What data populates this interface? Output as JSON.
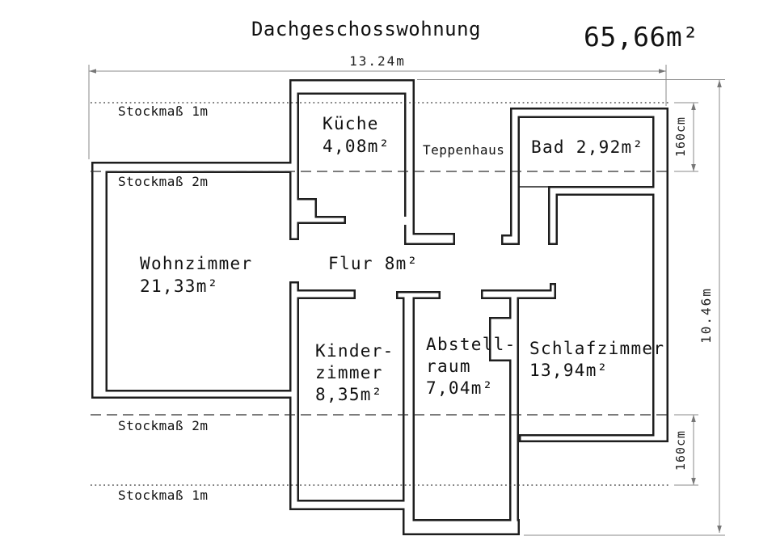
{
  "header": {
    "title": "Dachgeschosswohnung",
    "total_area": "65,66m²"
  },
  "dimensions": {
    "overall_width": "13.24m",
    "overall_height": "10.46m",
    "knee_height_top": "160cm",
    "knee_height_bottom": "160cm"
  },
  "reference_lines": {
    "top_1m": "Stockmaß 1m",
    "top_2m": "Stockmaß 2m",
    "bottom_2m": "Stockmaß 2m",
    "bottom_1m": "Stockmaß 1m"
  },
  "rooms": {
    "kueche": {
      "name": "Küche",
      "area": "4,08m²"
    },
    "teppenhaus": {
      "name": "Teppenhaus"
    },
    "bad": {
      "name": "Bad 2,92m²"
    },
    "wohnzimmer": {
      "name": "Wohnzimmer",
      "area": "21,33m²"
    },
    "flur": {
      "name": "Flur 8m²"
    },
    "kinderzimmer": {
      "line1": "Kinder-",
      "line2": "zimmer",
      "area": "8,35m²"
    },
    "abstellraum": {
      "line1": "Abstell-",
      "line2": "raum",
      "area": "7,04m²"
    },
    "schlafzimmer": {
      "name": "Schlafzimmer",
      "area": "13,94m²"
    }
  }
}
